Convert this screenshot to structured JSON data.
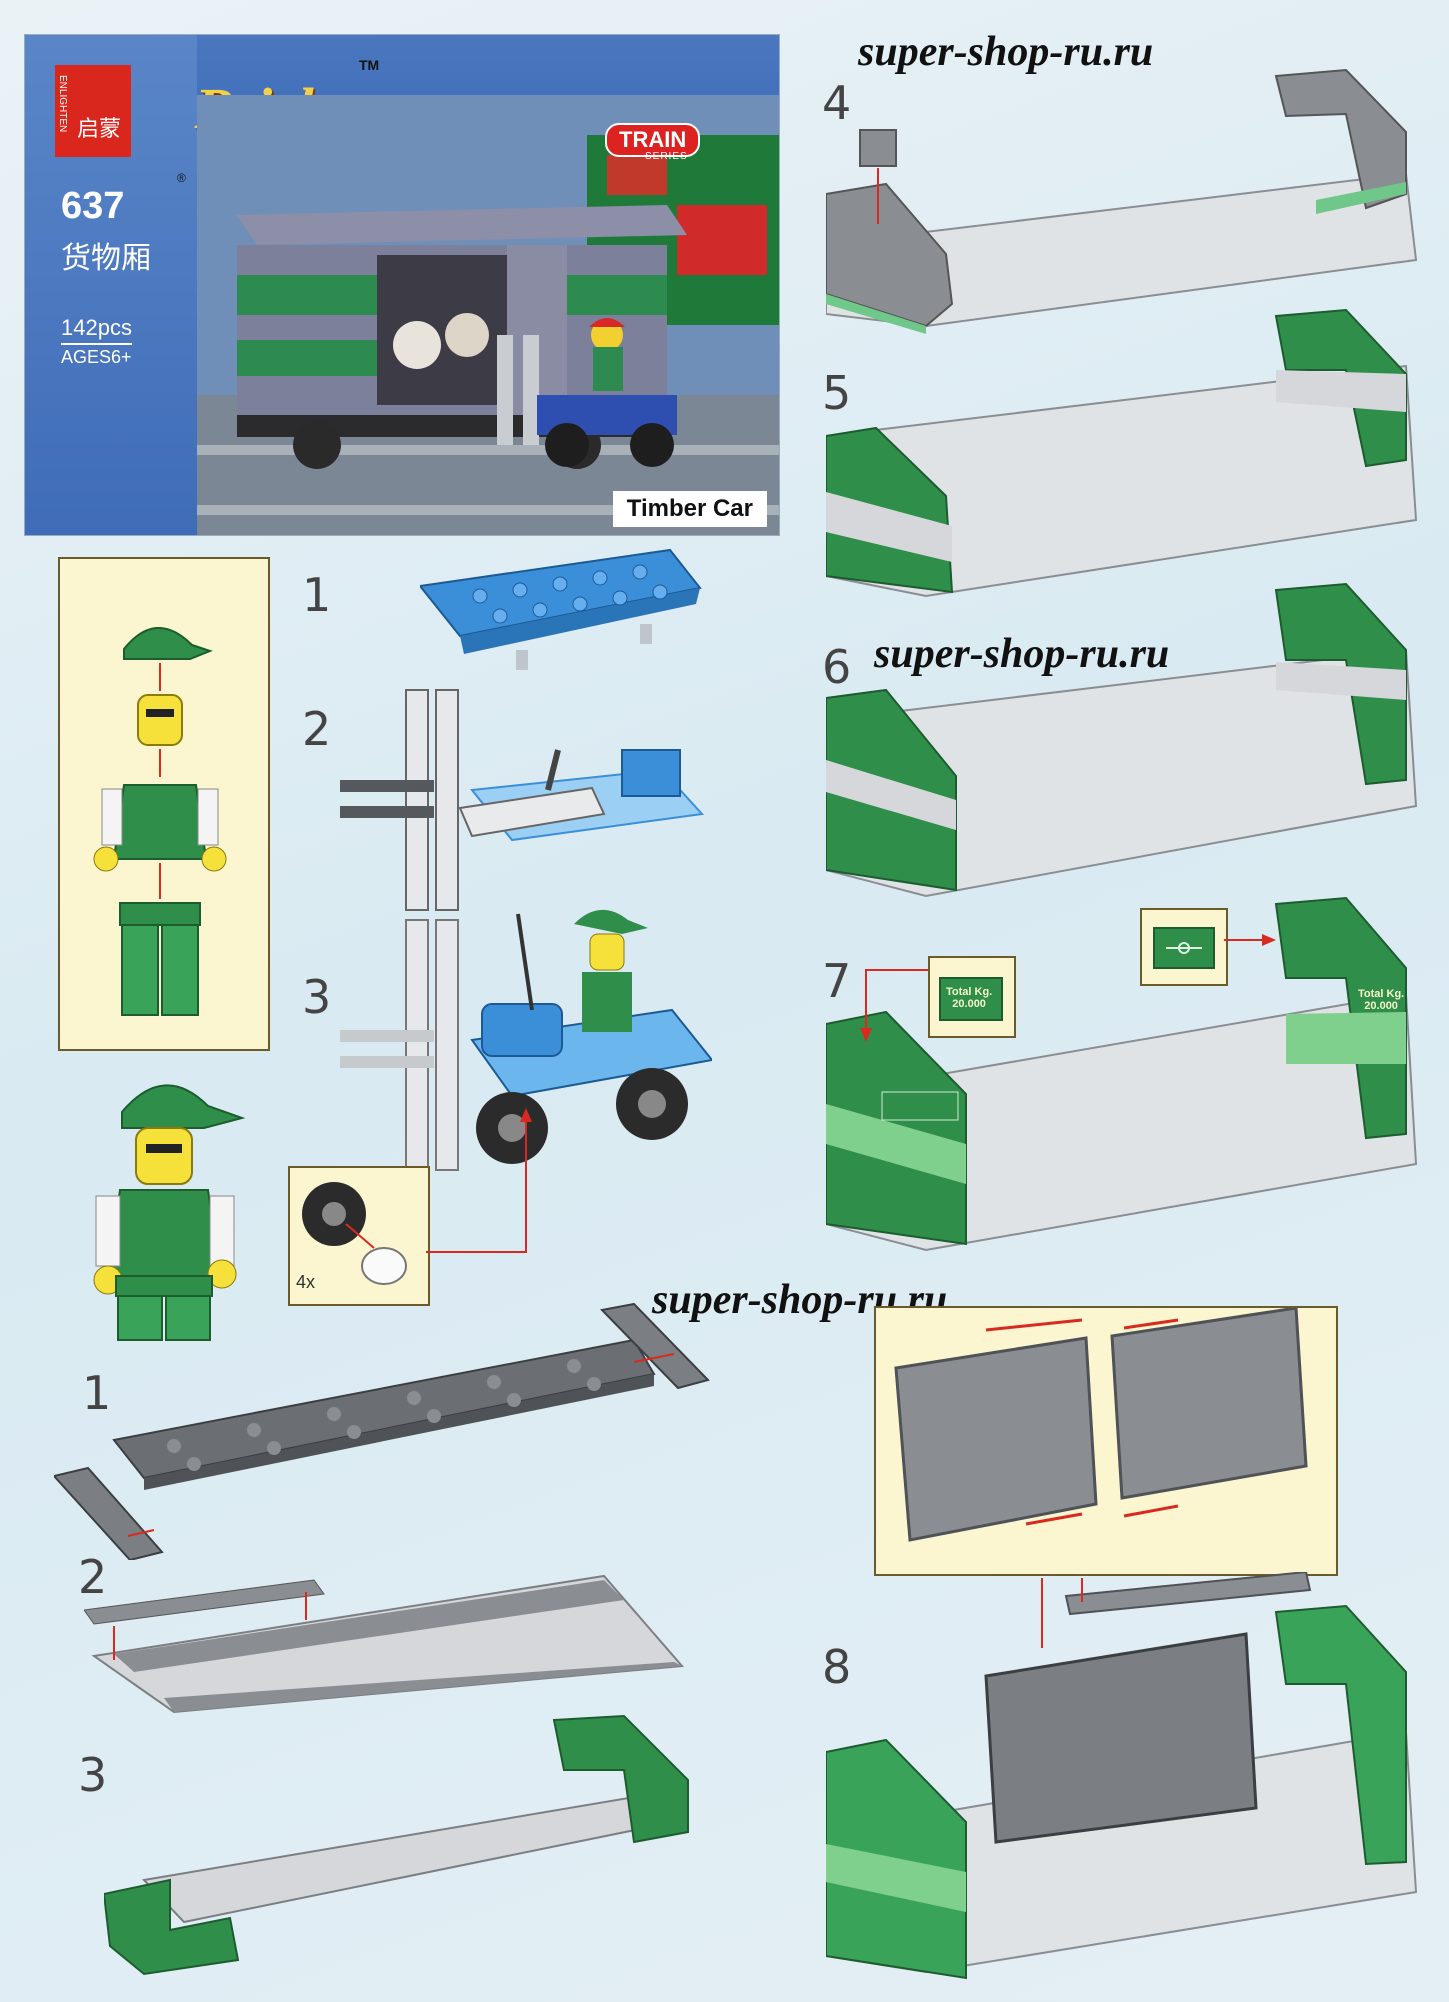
{
  "watermarks": [
    "super-shop-ru.ru",
    "super-shop-ru.ru",
    "super-shop-ru.ru"
  ],
  "cover": {
    "brand": "Brick",
    "trademark": "TM",
    "registered": "®",
    "logo_text": "ENLIGHTEN",
    "logo_chinese": "启蒙",
    "set_number": "637",
    "chinese_title": "货物厢",
    "pieces": "142pcs",
    "ages": "AGES6+",
    "series_badge": "TRAIN",
    "series_sub": "SERIES",
    "model_name": "Timber Car"
  },
  "forklift_steps": [
    "1",
    "2",
    "3"
  ],
  "base_steps": [
    "1",
    "2",
    "3"
  ],
  "car_steps": [
    "4",
    "5",
    "6",
    "7",
    "8"
  ],
  "wheel_quantity": "4x",
  "total_kg_label": "Total Kg.",
  "total_kg_value": "20.000",
  "colors": {
    "background": "#dfeef5",
    "accent_green": "#2f8f4a",
    "light_green": "#7fd08c",
    "gray_brick": "#8a8f94",
    "dark_gray": "#5d6166",
    "blue": "#3a8fd8",
    "red_arrow": "#d82a20",
    "callout_bg": "#fbf6cf"
  }
}
